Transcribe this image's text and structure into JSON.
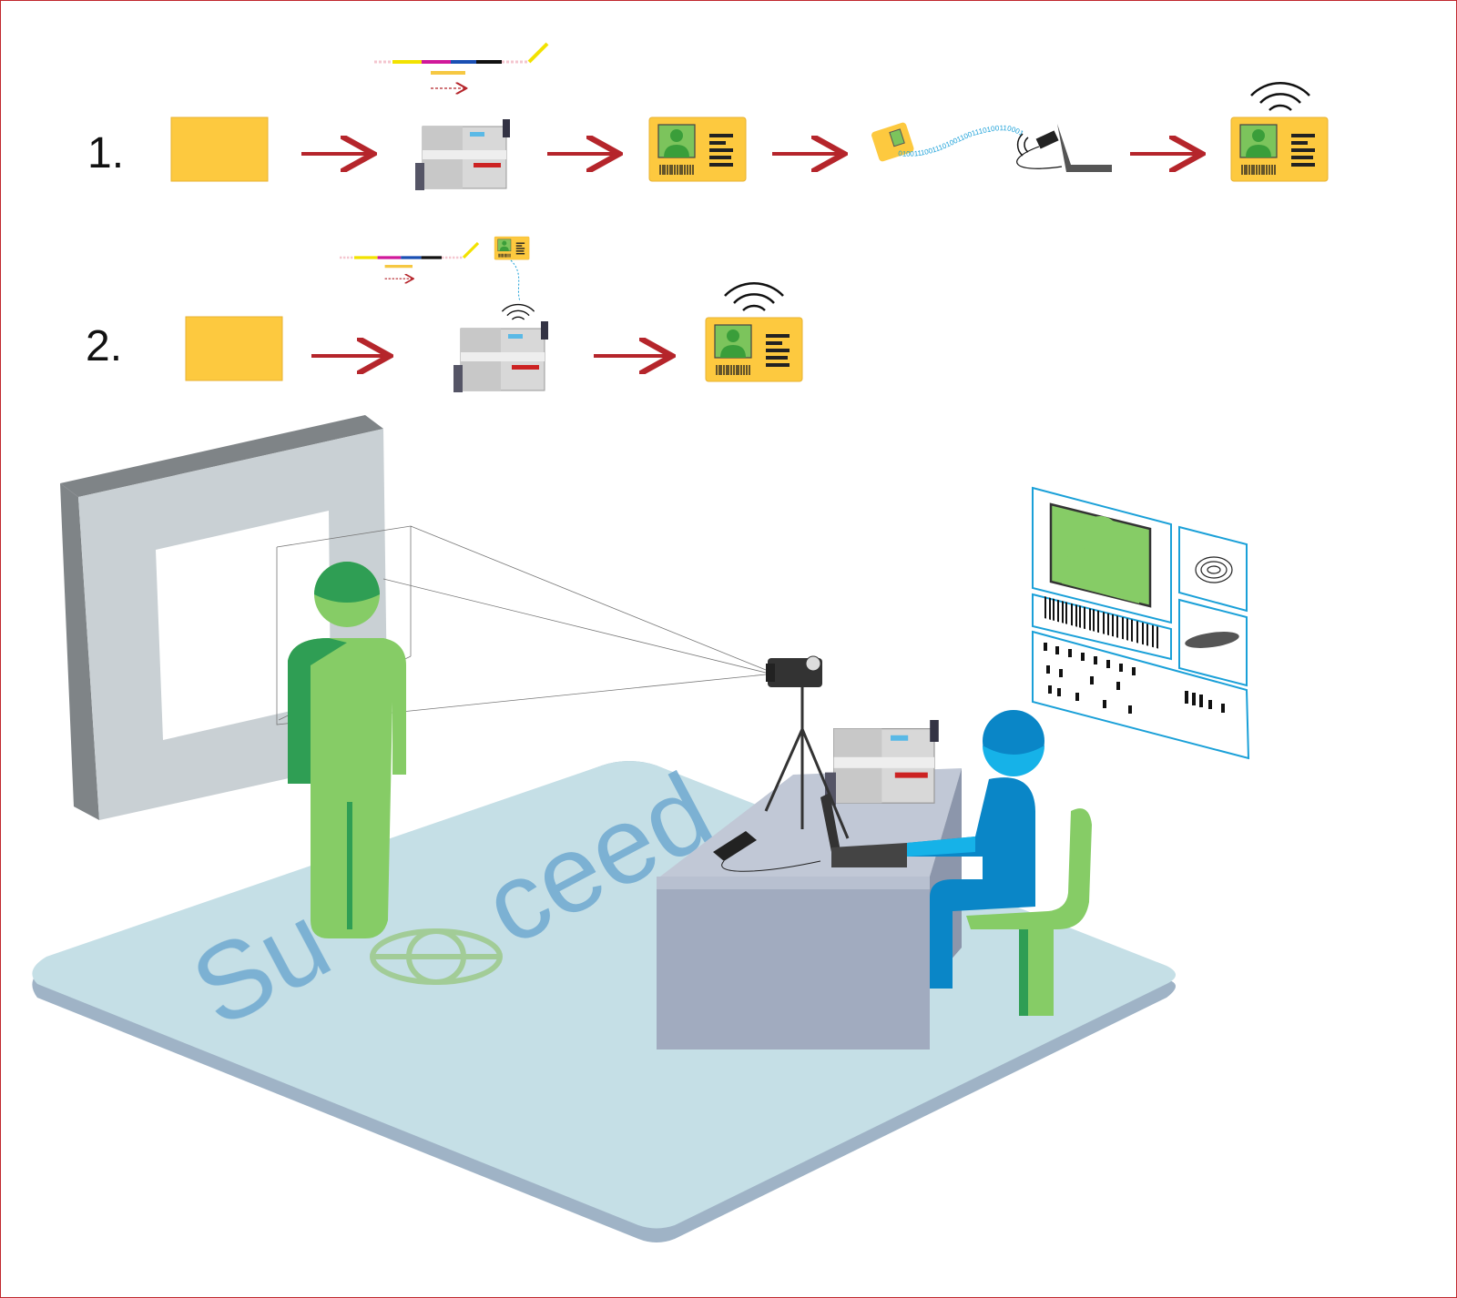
{
  "steps": [
    {
      "label": "1.",
      "description_flow": [
        "blank-card",
        "printer",
        "printed-card",
        "encoding",
        "contactless-card"
      ]
    },
    {
      "label": "2.",
      "description_flow": [
        "blank-card",
        "printer-with-encoder",
        "contactless-card"
      ]
    }
  ],
  "encoding_stream": "0100111001110100110011101001100011101100111001011001",
  "logo_text": "Succeed",
  "colors": {
    "arrow": "#b5252b",
    "card": "#fdc93f",
    "photo_green": "#7cc45c",
    "person_green": "#86cc66",
    "person_blue": "#0a86c7",
    "floor": "#c5dfe6",
    "panel_outline": "#1aa0d8",
    "border": "#c0272d"
  }
}
